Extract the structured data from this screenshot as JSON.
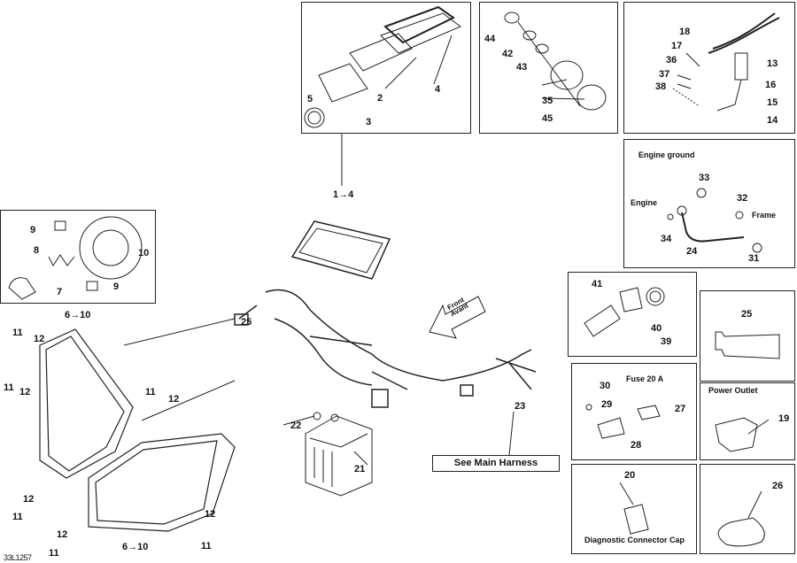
{
  "diagram_id": "33L1257",
  "captions": {
    "engine_ground": "Engine ground",
    "engine": "Engine",
    "frame": "Frame",
    "fuse": "Fuse 20 A",
    "power_outlet": "Power Outlet",
    "diagnostic_cap": "Diagnostic Connector Cap",
    "see_main_harness": "See Main Harness",
    "front": "Front",
    "avant": "Avant"
  },
  "callouts": {
    "gauge_box": [
      "5",
      "3",
      "2",
      "4"
    ],
    "switch_box": [
      "44",
      "42",
      "43",
      "35",
      "45"
    ],
    "sensor_box": [
      "18",
      "17",
      "36",
      "37",
      "38",
      "13",
      "16",
      "15",
      "14"
    ],
    "ground_box": [
      "33",
      "32",
      "34",
      "24",
      "31"
    ],
    "headlamp_box": [
      "9",
      "10",
      "8",
      "7",
      "9"
    ],
    "headlamp_group": "6→10",
    "cluster_group": "1→4",
    "socket_box": [
      "41",
      "40",
      "39"
    ],
    "grease_box": [
      "25"
    ],
    "fuse_box": [
      "30",
      "29",
      "27",
      "28"
    ],
    "outlet_box": [
      "19"
    ],
    "diag_box": [
      "20"
    ],
    "tie_box": [
      "26"
    ],
    "main": [
      "11",
      "12",
      "11",
      "12",
      "11",
      "12",
      "25",
      "22",
      "21",
      "23",
      "12",
      "11",
      "12",
      "11",
      "12",
      "11",
      "6→10"
    ]
  }
}
